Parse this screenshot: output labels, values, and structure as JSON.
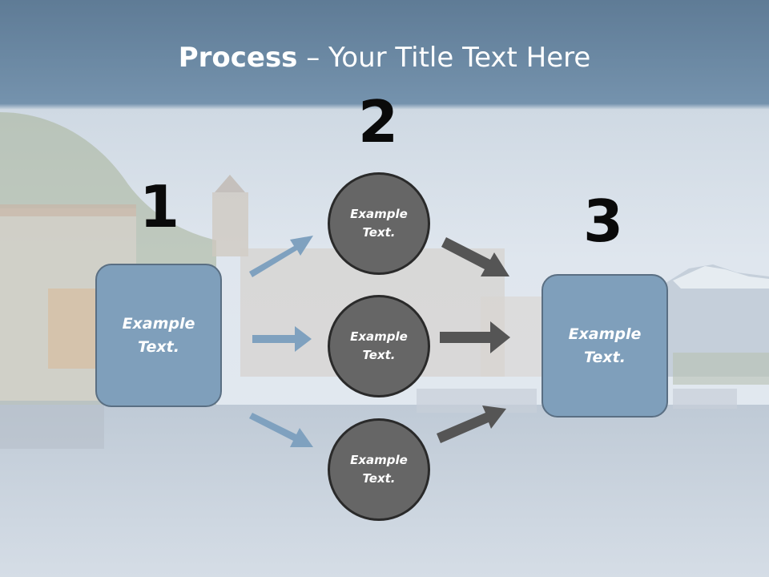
{
  "slide": {
    "title_bold": "Process",
    "title_rest": " – Your Title Text Here",
    "steps": [
      {
        "number": "1",
        "text": "Example Text."
      },
      {
        "number": "2",
        "texts": [
          "Example Text.",
          "Example Text.",
          "Example Text."
        ]
      },
      {
        "number": "3",
        "text": "Example Text."
      }
    ]
  },
  "colors": {
    "box_fill": "#7f9fbb",
    "circle_fill": "#666666",
    "arrow_blue": "#7fa1bf",
    "arrow_gray": "#555555"
  }
}
